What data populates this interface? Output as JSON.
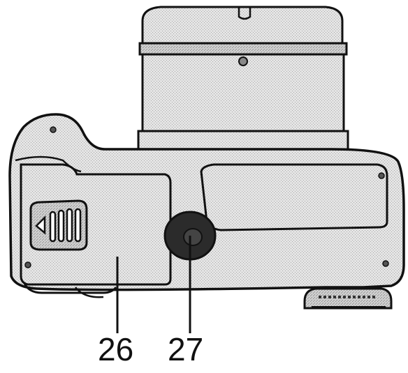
{
  "diagram": {
    "callouts": [
      {
        "id": "26",
        "label": "26"
      },
      {
        "id": "27",
        "label": "27"
      }
    ]
  },
  "colors": {
    "stroke": "#111111",
    "fill_light": "#d9d9d9",
    "fill_mid": "#bdbdbd",
    "fill_dark": "#2b2b2b",
    "background": "#ffffff"
  }
}
